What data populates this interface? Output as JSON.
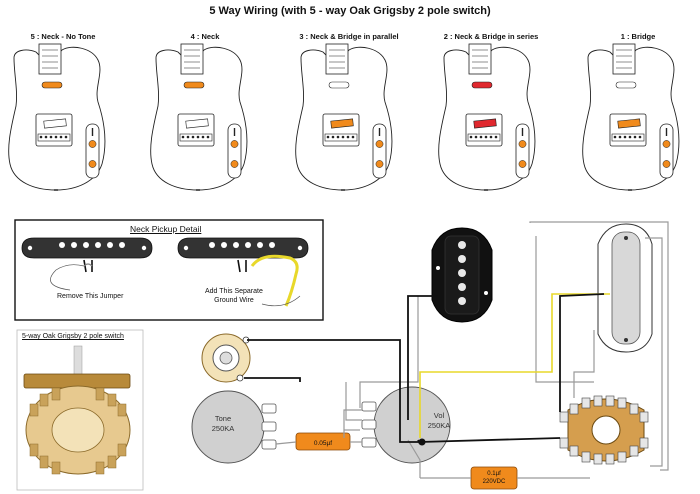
{
  "title": "5 Way Wiring (with 5 - way Oak Grigsby 2 pole switch)",
  "positions": [
    {
      "label": "5 : Neck - No Tone",
      "neck_color": "#f08a1c",
      "bridge_color": "#ffffff"
    },
    {
      "label": "4 : Neck",
      "neck_color": "#f08a1c",
      "bridge_color": "#ffffff"
    },
    {
      "label": "3 : Neck & Bridge in parallel",
      "neck_color": "#ffffff",
      "bridge_color": "#f08a1c"
    },
    {
      "label": "2 : Neck & Bridge in series",
      "neck_color": "#e0282e",
      "bridge_color": "#e0282e"
    },
    {
      "label": "1 : Bridge",
      "neck_color": "#ffffff",
      "bridge_color": "#f08a1c"
    }
  ],
  "neck_detail": {
    "title": "Neck Pickup Detail",
    "remove_note": "Remove This Jumper",
    "add_note_line1": "Add This Separate",
    "add_note_line2": "Ground Wire"
  },
  "switch_photo": {
    "title": "5-way Oak Grigsby 2 pole switch"
  },
  "tone_pot": {
    "name": "Tone",
    "value": "250KA"
  },
  "vol_pot": {
    "name": "Vol",
    "value": "250KA"
  },
  "cap_tone": {
    "label": "0.05µf"
  },
  "cap_treble": {
    "label_line1": "0.1µf",
    "label_line2": "220VDC"
  },
  "colors": {
    "orange": "#f08a1c",
    "red": "#e0282e",
    "yellow_wire": "#e8d82a",
    "wire_black": "#111111",
    "wire_gray": "#9a9a9a"
  }
}
